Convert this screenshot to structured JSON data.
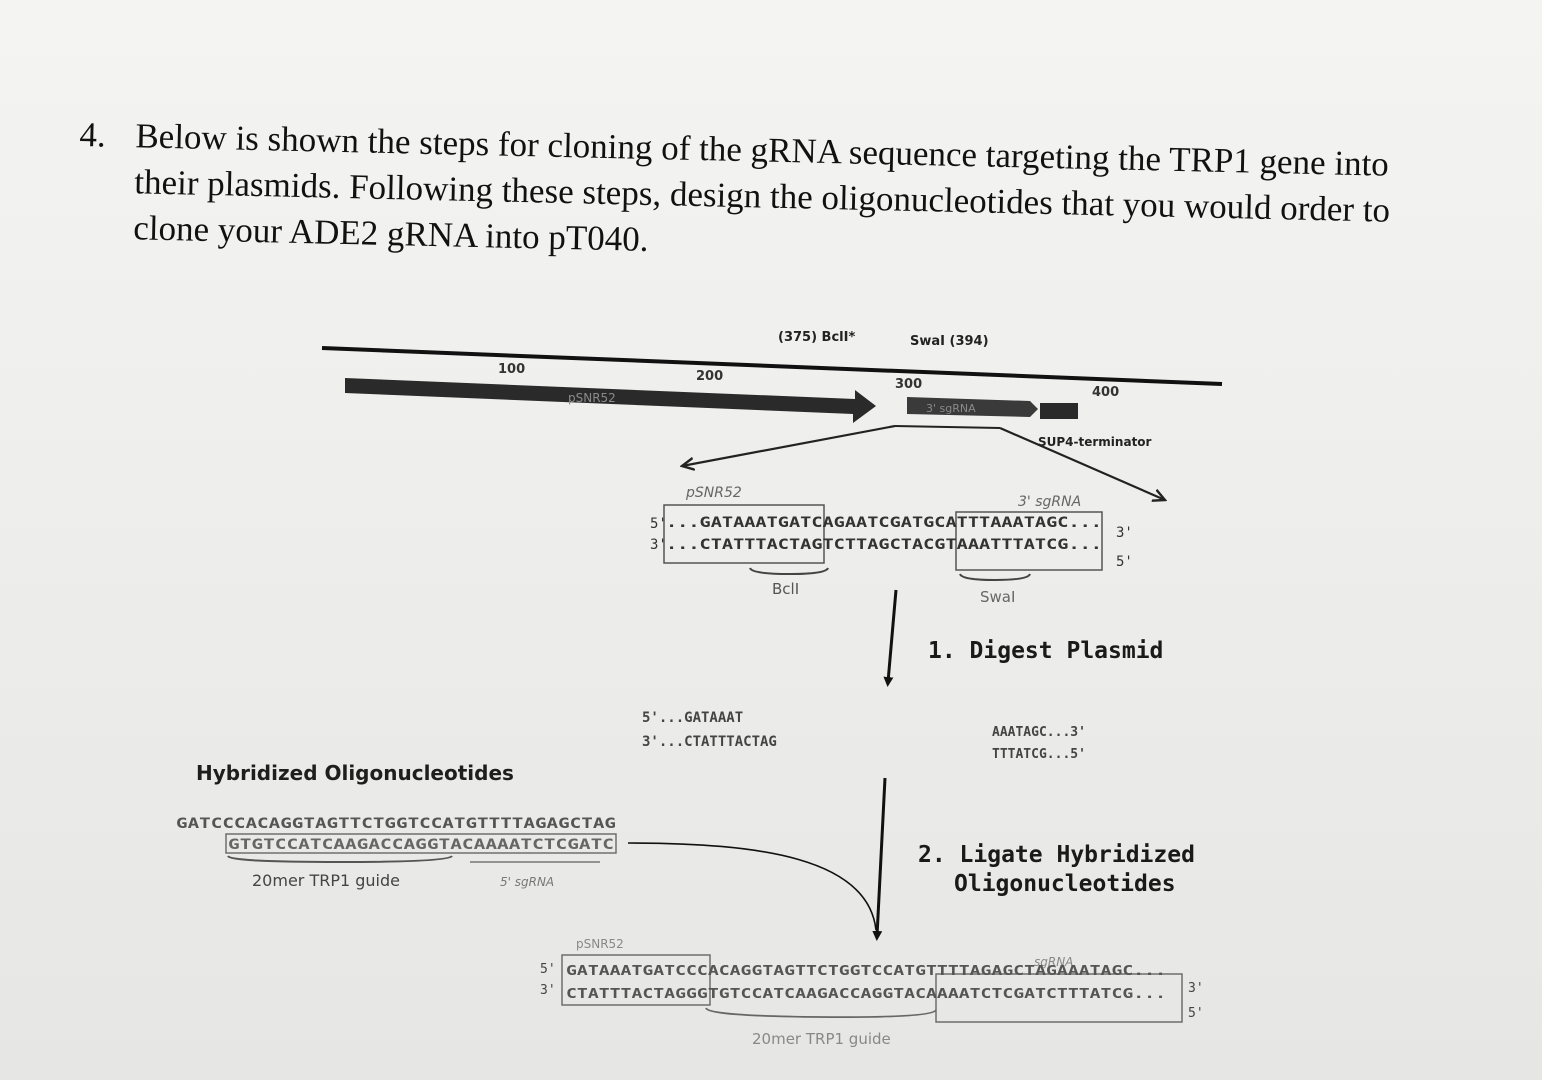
{
  "question": {
    "number": "4.",
    "text": "Below is shown the steps for cloning of the gRNA sequence targeting the TRP1 gene into their plasmids. Following these steps, design the oligonucleotides that you would order to clone your ADE2 gRNA into pT040."
  },
  "plasmid_map": {
    "ticks": [
      "100",
      "200",
      "300",
      "400"
    ],
    "site_bcli": "(375) BclI*",
    "site_swai": "SwaI (394)",
    "feature_promoter": "pSNR52",
    "feature_sgrna": "3' sgRNA",
    "feature_terminator": "SUP4-terminator"
  },
  "zoom": {
    "label_left": "pSNR52",
    "label_right": "3' sgRNA",
    "top_5": "5'",
    "top_seq": "...GATAAATGATCAGAATCGATGCATTTAAATAGC...",
    "top_3": "3'",
    "bot_3": "3'",
    "bot_seq": "...CTATTTACTAGTCTTAGCTACGTAAATTTATCG...",
    "bot_5": "5'",
    "site_left": "BclI",
    "site_right": "SwaI"
  },
  "steps": {
    "step1": "1. Digest Plasmid",
    "step2_line1": "2. Ligate Hybridized",
    "step2_line2": "Oligonucleotides"
  },
  "digested": {
    "left_top": "5'...GATAAAT",
    "left_bot": "3'...CTATTTACTAG",
    "right_top": "AAATAGC...3'",
    "right_bot": "TTTATCG...5'"
  },
  "oligos": {
    "title": "Hybridized Oligonucleotides",
    "top": "GATCCCACAGGTAGTTCTGGTCCATGTTTTAGAGCTAG",
    "bottom": "GTGTCCATCAAGACCAGGTACAAAATCTCGATC",
    "label_guide": "20mer TRP1 guide",
    "label_sgrna": "5' sgRNA"
  },
  "result": {
    "label_left": "pSNR52",
    "label_right": "sgRNA",
    "top_5": "5'",
    "top_seq": "GATAAATGATCCCACAGGTAGTTCTGGTCCATGTTTTAGAGCTAGAAATAGC...",
    "top_3": "3'",
    "bot_3": "3'",
    "bot_seq": "CTATTTACTAGGGTGTCCATCAAGACCAGGTACAAAATCTCGATCTTTATCG...",
    "bot_5": "5'",
    "label_guide": "20mer TRP1 guide"
  }
}
